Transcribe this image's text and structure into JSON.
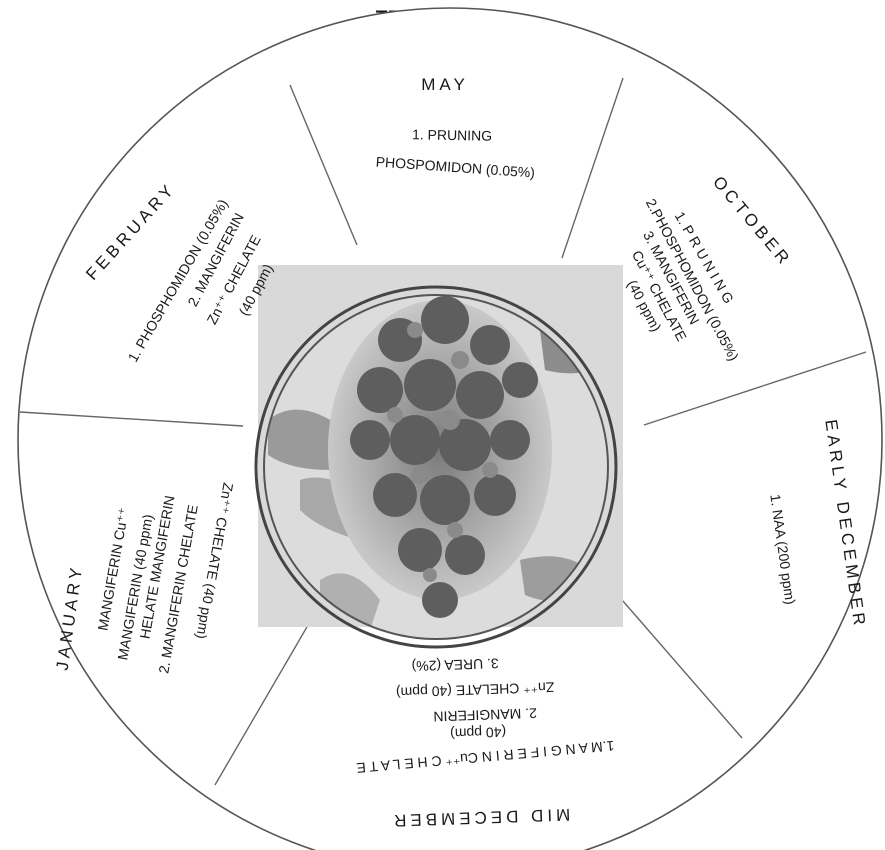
{
  "title": "TREATMENTS",
  "segments": [
    {
      "month": "MAY",
      "lines": [
        "1. PRUNING",
        "PHOSPOMIDON (0.05%)"
      ]
    },
    {
      "month": "OCTOBER",
      "lines": [
        "1. P R U N I N G",
        "2.PHOSPHOMIDON (0.05%)",
        "3. MANGIFERIN",
        "Cu⁺⁺ CHELATE",
        "(40 ppm)"
      ]
    },
    {
      "month": "EARLY DECEMBER",
      "lines": [
        "1. NAA (200 ppm)"
      ]
    },
    {
      "month": "MID DECEMBER",
      "lines": [
        "1.M A N G I F E R I N Cu⁺⁺ C H E L A T E",
        "(40 ppm)",
        "2. MANGIFERIN",
        "Zn⁺⁺ CHELATE (40 ppm)",
        "3. UREA (2%)"
      ]
    },
    {
      "month": "JANUARY",
      "lines": [
        "MANGIFERIN Cu⁺⁺",
        "MANGIFERIN (40 ppm)",
        "HELATE MANGIFERIN",
        "2. MANGIFERIN CHELATE",
        "Zn⁺⁺ CHELATE (40 ppm)"
      ]
    },
    {
      "month": "FEBRUARY",
      "lines": [
        "1. PHOSPHOMIDON (0.05%)",
        "2. MANGIFERIN",
        "Zn⁺⁺ CHELATE",
        "(40 ppm)"
      ]
    }
  ],
  "photo": "mango-inflorescence-photo"
}
